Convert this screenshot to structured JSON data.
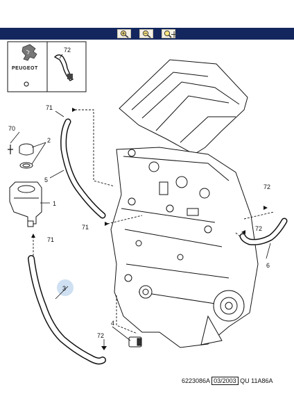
{
  "toolbar": {
    "buttons": [
      {
        "icon": "zoom-in-icon"
      },
      {
        "icon": "zoom-out-icon"
      },
      {
        "icon": "zoom-pan-icon"
      }
    ],
    "color": "#13275e"
  },
  "brand": {
    "name": "PEUGEOT"
  },
  "labels": {
    "l72_inset": "72",
    "l70": "70",
    "l71_top": "71",
    "l2": "2",
    "l5": "5",
    "l1": "1",
    "l71_mid": "71",
    "l71_left": "71",
    "l3": "3",
    "l4": "4",
    "l72_bottom": "72",
    "l72_right_top": "72",
    "l72_right_mid": "72",
    "l6": "6"
  },
  "footer": {
    "code": "6223086A",
    "date": "03/2003",
    "ref": "QU 11A86A"
  }
}
